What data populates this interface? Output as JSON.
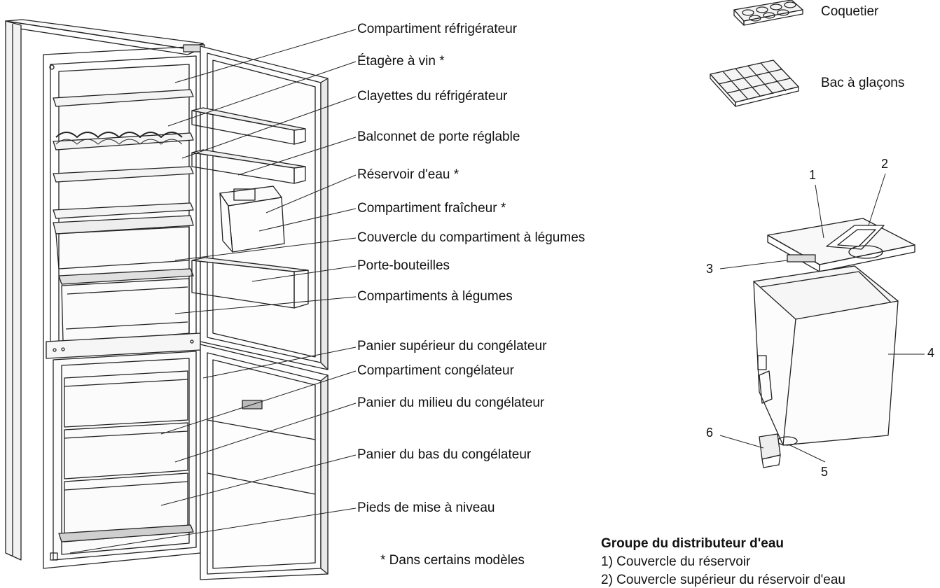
{
  "fridge_labels": [
    "Compartiment réfrigérateur",
    "Étagère à vin *",
    "Clayettes du réfrigérateur",
    "Balconnet de porte réglable",
    "Réservoir d'eau *",
    "Compartiment fraîcheur *",
    "Couvercle du compartiment à légumes",
    "Porte-bouteilles",
    "Compartiments à légumes",
    "Panier supérieur du congélateur",
    "Compartiment congélateur",
    "Panier du milieu du congélateur",
    "Panier du bas du congélateur",
    "Pieds de mise à niveau"
  ],
  "footnote": "* Dans certains modèles",
  "accessories": {
    "egg_tray": "Coquetier",
    "ice_tray": "Bac à glaçons"
  },
  "dispenser": {
    "numbers": [
      "1",
      "2",
      "3",
      "4",
      "5",
      "6"
    ],
    "legend_title": "Groupe du distributeur d'eau",
    "legend_items": [
      "1) Couvercle du réservoir",
      "2) Couvercle supérieur du réservoir d'eau"
    ]
  }
}
